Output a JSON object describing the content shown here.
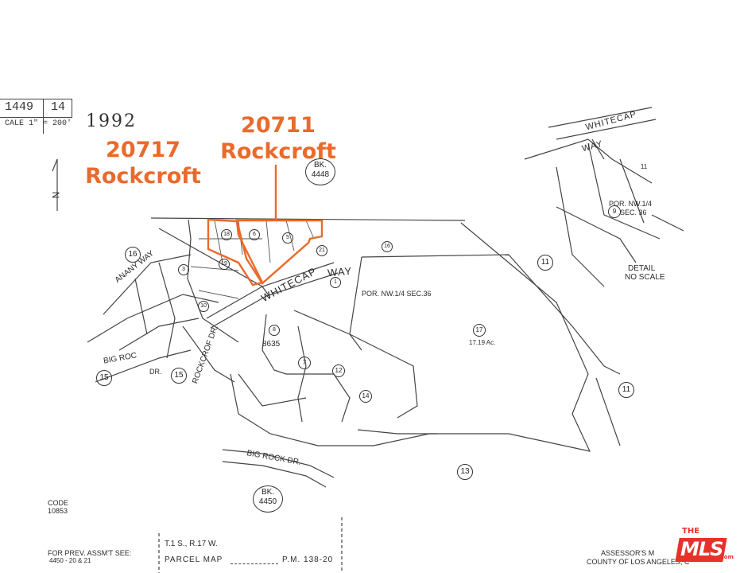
{
  "header": {
    "book": "1449",
    "page": "14",
    "scale": "CALE 1\" = 200'",
    "year": "1992"
  },
  "annotations": {
    "parcel_a_number": "20717",
    "parcel_a_street": "Rockcroft",
    "parcel_b_number": "20711",
    "parcel_b_street": "Rockcroft"
  },
  "map_labels": {
    "bk_top_title": "BK.",
    "bk_top_num": "4448",
    "bk_bottom_title": "BK.",
    "bk_bottom_num": "4450",
    "whitecap_way": "WHITECAP",
    "way": "WAY",
    "whitecap_detail": "WHITECAP",
    "way_detail": "WAY",
    "por_sec": "POR. NW.1/4 SEC.36",
    "por_detail_1": "POR. NW.1/4",
    "por_detail_2": "SEC. 36",
    "detail": "DETAIL",
    "no_scale": "NO SCALE",
    "anany_way": "ANANY WAY",
    "big_rock": "BIG ROC",
    "big_rock_dr": "DR.",
    "rockcroft_dr": "ROCKCROF DR.",
    "big_rock_dr_bottom": "BIG ROCK DR.",
    "acreage": "17.19 Ac.",
    "parcel_8635": "8635",
    "code_label": "CODE",
    "code_value": "10853",
    "prev_assmt": "FOR PREV. ASSM'T SEE:",
    "prev_assmt_val": "4450 - 20 & 21",
    "township": "T.1 S., R.17 W.",
    "parcel_map": "PARCEL MAP",
    "pm": "P.M. 138-20",
    "assessor": "ASSESSOR'S M",
    "county": "COUNTY OF LOS ANGELES, C"
  },
  "circles": [
    "16",
    "15",
    "15",
    "11",
    "11",
    "11",
    "13",
    "9",
    "7",
    "14",
    "12",
    "17",
    "3",
    "18",
    "6",
    "5",
    "8",
    "19",
    "21",
    "1",
    "16",
    "10"
  ],
  "logo": {
    "the": "THE",
    "mls": "MLS",
    "com": ".com",
    "color": "#e6332a"
  },
  "colors": {
    "accent": "#ea6a2a"
  }
}
